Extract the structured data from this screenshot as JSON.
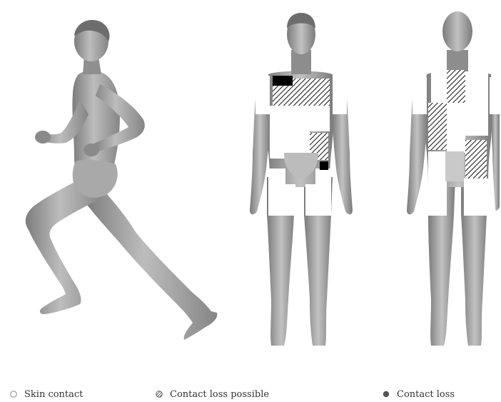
{
  "figure": {
    "panels": [
      {
        "view": "running-side"
      },
      {
        "view": "front"
      },
      {
        "view": "back"
      }
    ]
  },
  "legend": [
    {
      "label": "Skin contact",
      "symbol": "open-circle-icon"
    },
    {
      "label": "Contact loss possible",
      "symbol": "hatched-circle-icon"
    },
    {
      "label": "Contact loss",
      "symbol": "filled-circle-icon"
    }
  ],
  "colors": {
    "skin_contact": "#ffffff",
    "contact_loss_possible_hatch": "#222222",
    "contact_loss": "#000000",
    "body_shade": "#9e9e9e",
    "body_shade_dark": "#6f6f6f"
  }
}
